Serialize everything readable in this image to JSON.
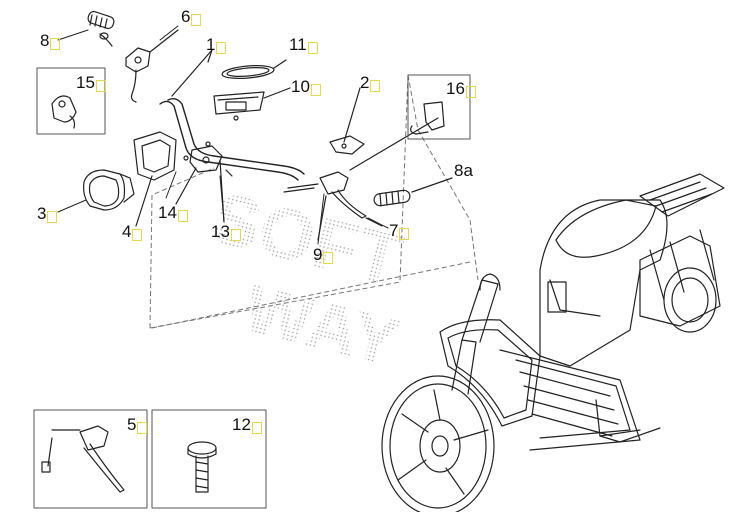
{
  "diagram": {
    "labels": {
      "p8": "8",
      "p6": "6",
      "p1": "1",
      "p11": "11",
      "p15": "15",
      "p10": "10",
      "p2": "2",
      "p16": "16",
      "p3": "3",
      "p14": "14",
      "p4": "4",
      "p13": "13",
      "p9": "9",
      "p7": "7",
      "p8a": "8a",
      "p5": "5",
      "p12": "12"
    },
    "watermark": [
      "SOFT",
      "WAY"
    ],
    "colors": {
      "line": "#222222",
      "label_highlight": "#e8d84a",
      "watermark_dots": "#9a9a9a"
    }
  }
}
